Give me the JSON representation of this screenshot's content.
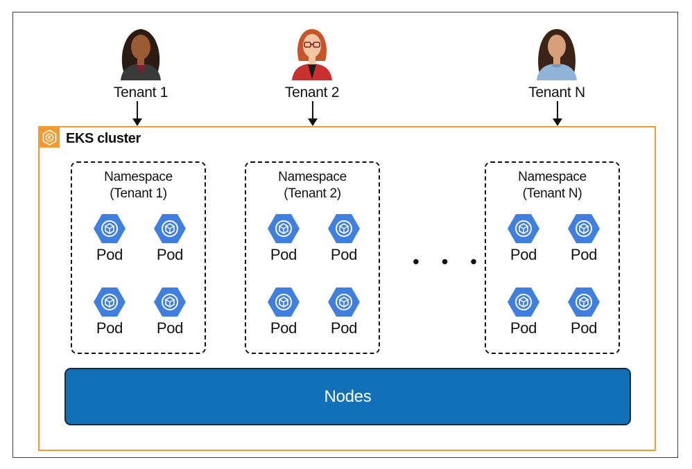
{
  "tenants": [
    {
      "label": "Tenant 1",
      "hair": "#2b1b12",
      "skin": "#9a5a32",
      "shirt": "#3a3a3a",
      "collar": "#7a1f2b",
      "glasses": false
    },
    {
      "label": "Tenant 2",
      "hair": "#c6562a",
      "skin": "#f1c7a6",
      "shirt": "#c8312f",
      "collar": "#1a1a1a",
      "glasses": true
    },
    {
      "label": "Tenant N",
      "hair": "#3b2415",
      "skin": "#d7a07a",
      "shirt": "#8fb4d8",
      "collar": "#6f97c0",
      "glasses": false
    }
  ],
  "cluster": {
    "label": "EKS cluster",
    "icon": "eks-logo-icon",
    "color": "#f39a30"
  },
  "namespaces": [
    {
      "title1": "Namespace",
      "title2": "(Tenant 1)",
      "pods": [
        "Pod",
        "Pod",
        "Pod",
        "Pod"
      ]
    },
    {
      "title1": "Namespace",
      "title2": "(Tenant 2)",
      "pods": [
        "Pod",
        "Pod",
        "Pod",
        "Pod"
      ]
    },
    {
      "title1": "Namespace",
      "title2": "(Tenant N)",
      "pods": [
        "Pod",
        "Pod",
        "Pod",
        "Pod"
      ]
    }
  ],
  "pod_icon": {
    "name": "pod-cube-icon",
    "color": "#3f7fe0"
  },
  "ellipsis": "• • •",
  "nodes": {
    "label": "Nodes",
    "color": "#1270b8"
  }
}
